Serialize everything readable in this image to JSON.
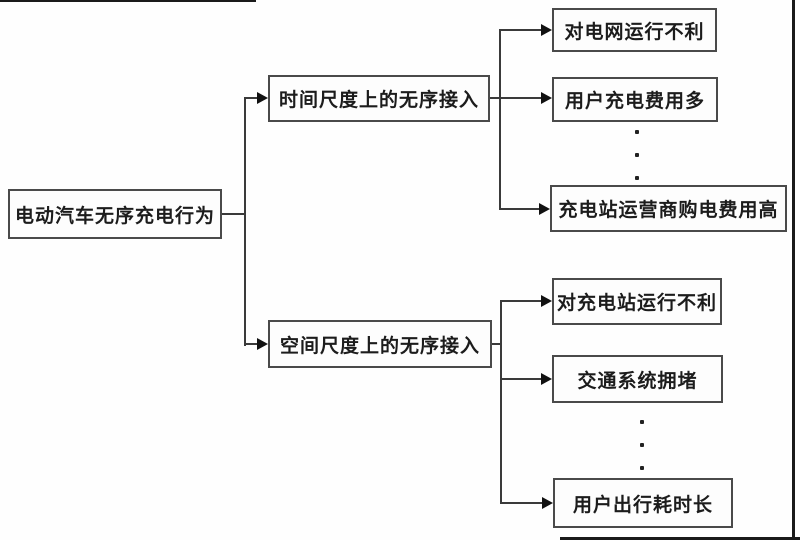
{
  "diagram": {
    "type": "tree-flowchart",
    "direction": "left-to-right",
    "root": {
      "label": "电动汽车无序充电行为"
    },
    "branches": [
      {
        "label": "时间尺度上的无序接入",
        "children": [
          "对电网运行不利",
          "用户充电费用多",
          "充电站运营商购电费用高"
        ],
        "ellipsis_between_children": [
          1,
          2
        ]
      },
      {
        "label": "空间尺度上的无序接入",
        "children": [
          "对充电站运行不利",
          "交通系统拥堵",
          "用户出行耗时长"
        ],
        "ellipsis_between_children": [
          1,
          2
        ]
      }
    ],
    "colors": {
      "background": "#fefefe",
      "box_border": "#4a4a4a",
      "line": "#3a3a3a",
      "arrow": "#111111",
      "text": "#1c1c1c"
    }
  }
}
